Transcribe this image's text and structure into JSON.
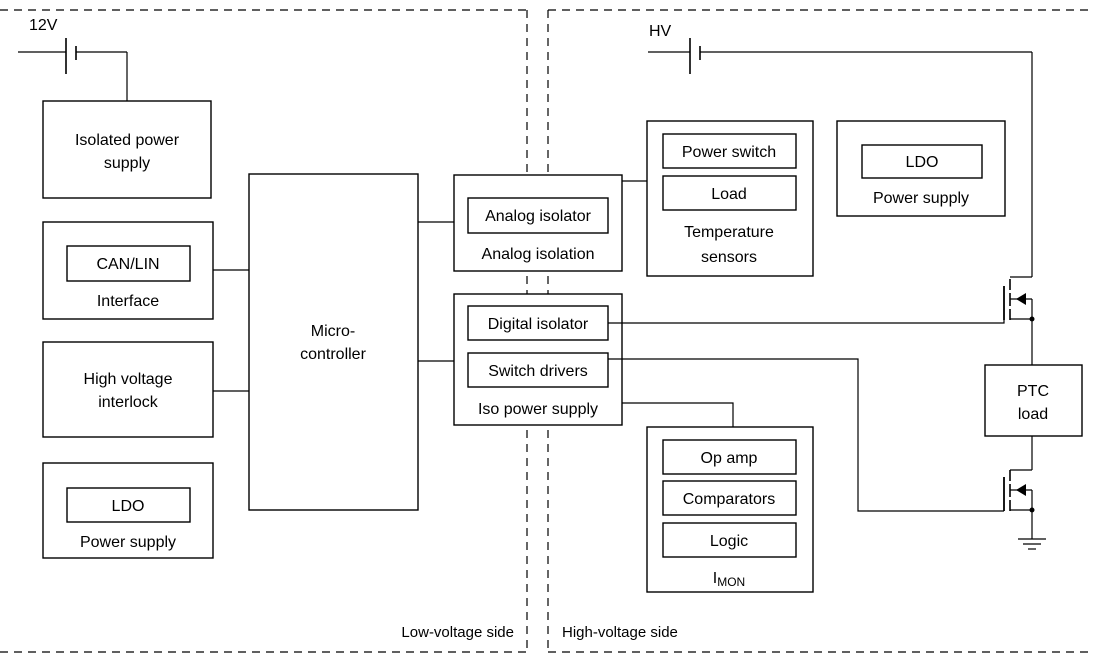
{
  "labels": {
    "v12": "12V",
    "hv": "HV",
    "isolated_power_supply": [
      "Isolated power",
      "supply"
    ],
    "can_lin": "CAN/LIN",
    "interface": "Interface",
    "hv_interlock": [
      "High voltage",
      "interlock"
    ],
    "ldo_left": "LDO",
    "power_supply_left": "Power supply",
    "microcontroller": [
      "Micro-",
      "controller"
    ],
    "analog_isolator": "Analog isolator",
    "analog_isolation": "Analog isolation",
    "digital_isolator": "Digital isolator",
    "switch_drivers": "Switch drivers",
    "iso_power_supply": "Iso power supply",
    "power_switch": "Power switch",
    "load": "Load",
    "temperature_sensors": [
      "Temperature",
      "sensors"
    ],
    "ldo_right": "LDO",
    "power_supply_right": "Power supply",
    "op_amp": "Op amp",
    "comparators": "Comparators",
    "logic": "Logic",
    "imon_main": "I",
    "imon_sub": "MON",
    "ptc_load": [
      "PTC",
      "load"
    ],
    "low_voltage_side": "Low-voltage side",
    "high_voltage_side": "High-voltage side"
  }
}
